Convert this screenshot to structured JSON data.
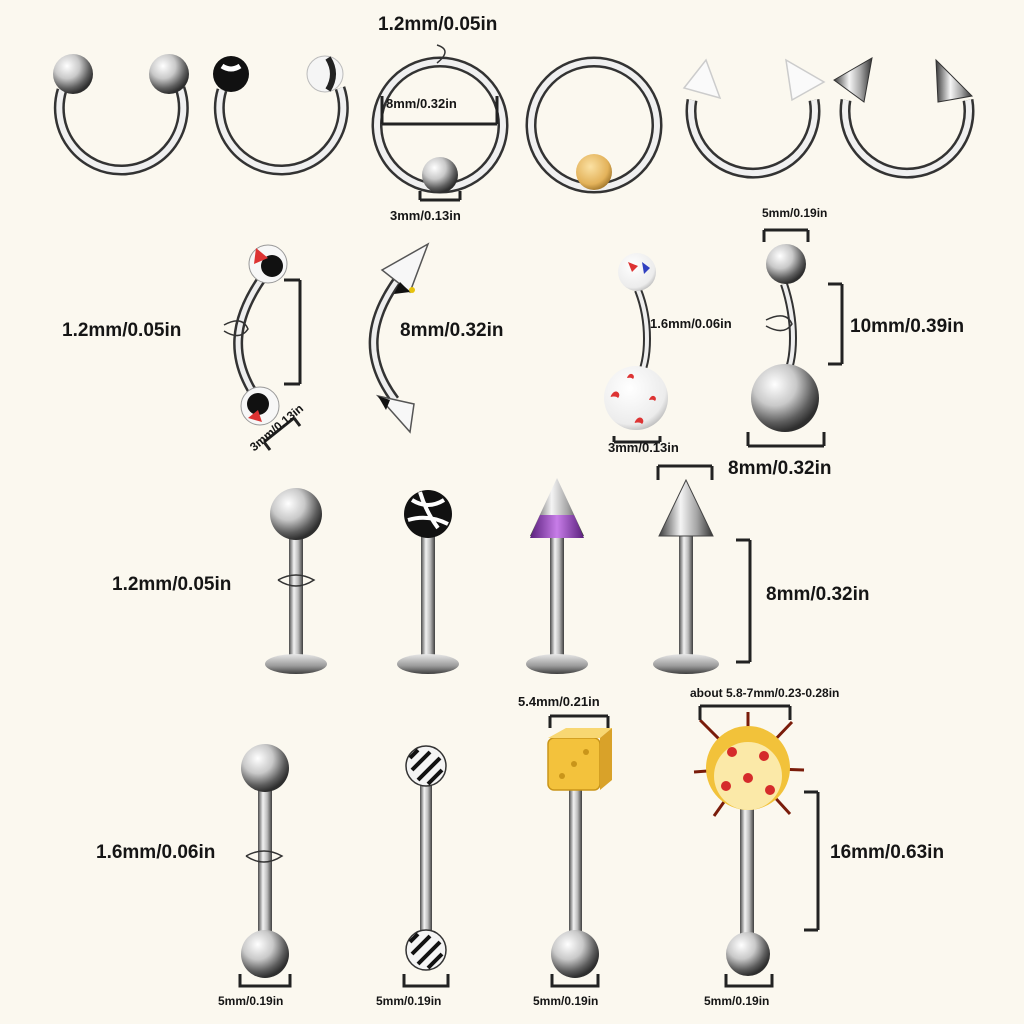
{
  "colors": {
    "background": "#fbf8ef",
    "steel_light": "#f4f4f4",
    "steel_dark": "#6b6b6b",
    "gold_bead": "#e8b85c",
    "purple_spike": "#8e3fb8",
    "yellow_dice": "#f3c23c",
    "spiky_ball": "#f2c23a",
    "red_accent": "#d52b2b"
  },
  "row1": {
    "gauge": "1.2mm/0.05in",
    "inner_diameter": "8mm/0.32in",
    "ball": "3mm/0.13in",
    "items": [
      {
        "name": "horseshoe-steel-balls"
      },
      {
        "name": "horseshoe-acrylic-balls"
      },
      {
        "name": "captive-bead-ring-steel"
      },
      {
        "name": "captive-bead-ring-gold"
      },
      {
        "name": "horseshoe-clear-spikes"
      },
      {
        "name": "horseshoe-steel-spikes"
      }
    ]
  },
  "row2": {
    "curved_gauge": "1.2mm/0.05in",
    "curved_length": "8mm/0.32in",
    "curved_ball": "3mm/0.13in",
    "belly_top_ball": "5mm/0.19in",
    "belly_gauge": "1.6mm/0.06in",
    "belly_length": "10mm/0.39in",
    "belly_small_ball": "3mm/0.13in",
    "belly_bottom_ball": "8mm/0.32in"
  },
  "row3": {
    "gauge": "1.2mm/0.05in",
    "length": "8mm/0.32in"
  },
  "row4": {
    "dice_size": "5.4mm/0.21in",
    "spiky_size": "about 5.8-7mm/0.23-0.28in",
    "gauge": "1.6mm/0.06in",
    "length": "16mm/0.63in",
    "ball_labels": [
      "5mm/0.19in",
      "5mm/0.19in",
      "5mm/0.19in",
      "5mm/0.19in"
    ]
  }
}
